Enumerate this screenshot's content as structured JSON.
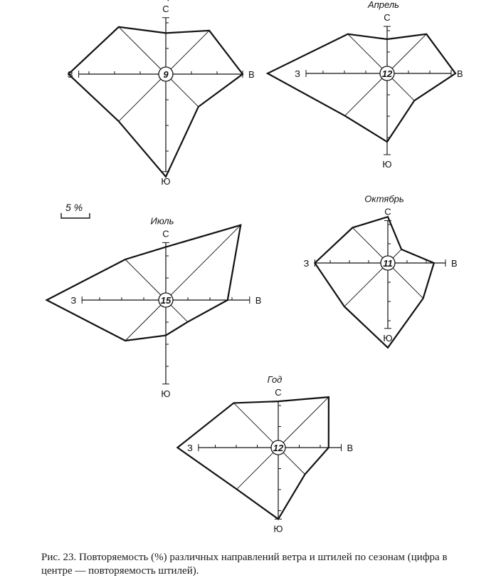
{
  "figure": {
    "scale_label": "5 %",
    "scale_percent": 5,
    "direction_labels": {
      "N": "С",
      "E": "В",
      "S": "Ю",
      "W": "З"
    },
    "directions_order": [
      "N",
      "NE",
      "E",
      "SE",
      "S",
      "SW",
      "W",
      "NW"
    ],
    "line_color": "#111111",
    "caption": "Рис. 23. Повторяемость (%) различных направлений ветра и штилей по сезонам (цифра в центре — повторяемость штилей)."
  },
  "chart_data": [
    {
      "type": "wind-rose",
      "title": "Январь",
      "calm": "9",
      "values": [
        8,
        12,
        15,
        9,
        20,
        13,
        19,
        13
      ],
      "axis_max": [
        11,
        15,
        19,
        17
      ]
    },
    {
      "type": "wind-rose",
      "title": "Апрель",
      "calm": "12",
      "values": [
        8,
        13,
        16,
        9,
        16,
        14,
        28,
        13
      ],
      "axis_max": [
        11,
        15,
        19,
        19
      ]
    },
    {
      "type": "wind-rose",
      "title": "Июль",
      "calm": "15",
      "values": [
        12,
        24,
        14,
        7,
        8,
        13,
        27,
        13
      ],
      "axis_max": [
        13,
        19,
        19,
        19
      ]
    },
    {
      "type": "wind-rose",
      "title": "Октябрь",
      "calm": "11",
      "values": [
        12,
        5,
        12,
        13,
        22,
        16,
        19,
        13
      ],
      "axis_max": [
        11,
        15,
        17,
        19
      ]
    },
    {
      "type": "wind-rose",
      "title": "Год",
      "calm": "12",
      "values": [
        11,
        17,
        12,
        9,
        17,
        14,
        24,
        15
      ],
      "axis_max": [
        11,
        15,
        17,
        19
      ]
    }
  ]
}
